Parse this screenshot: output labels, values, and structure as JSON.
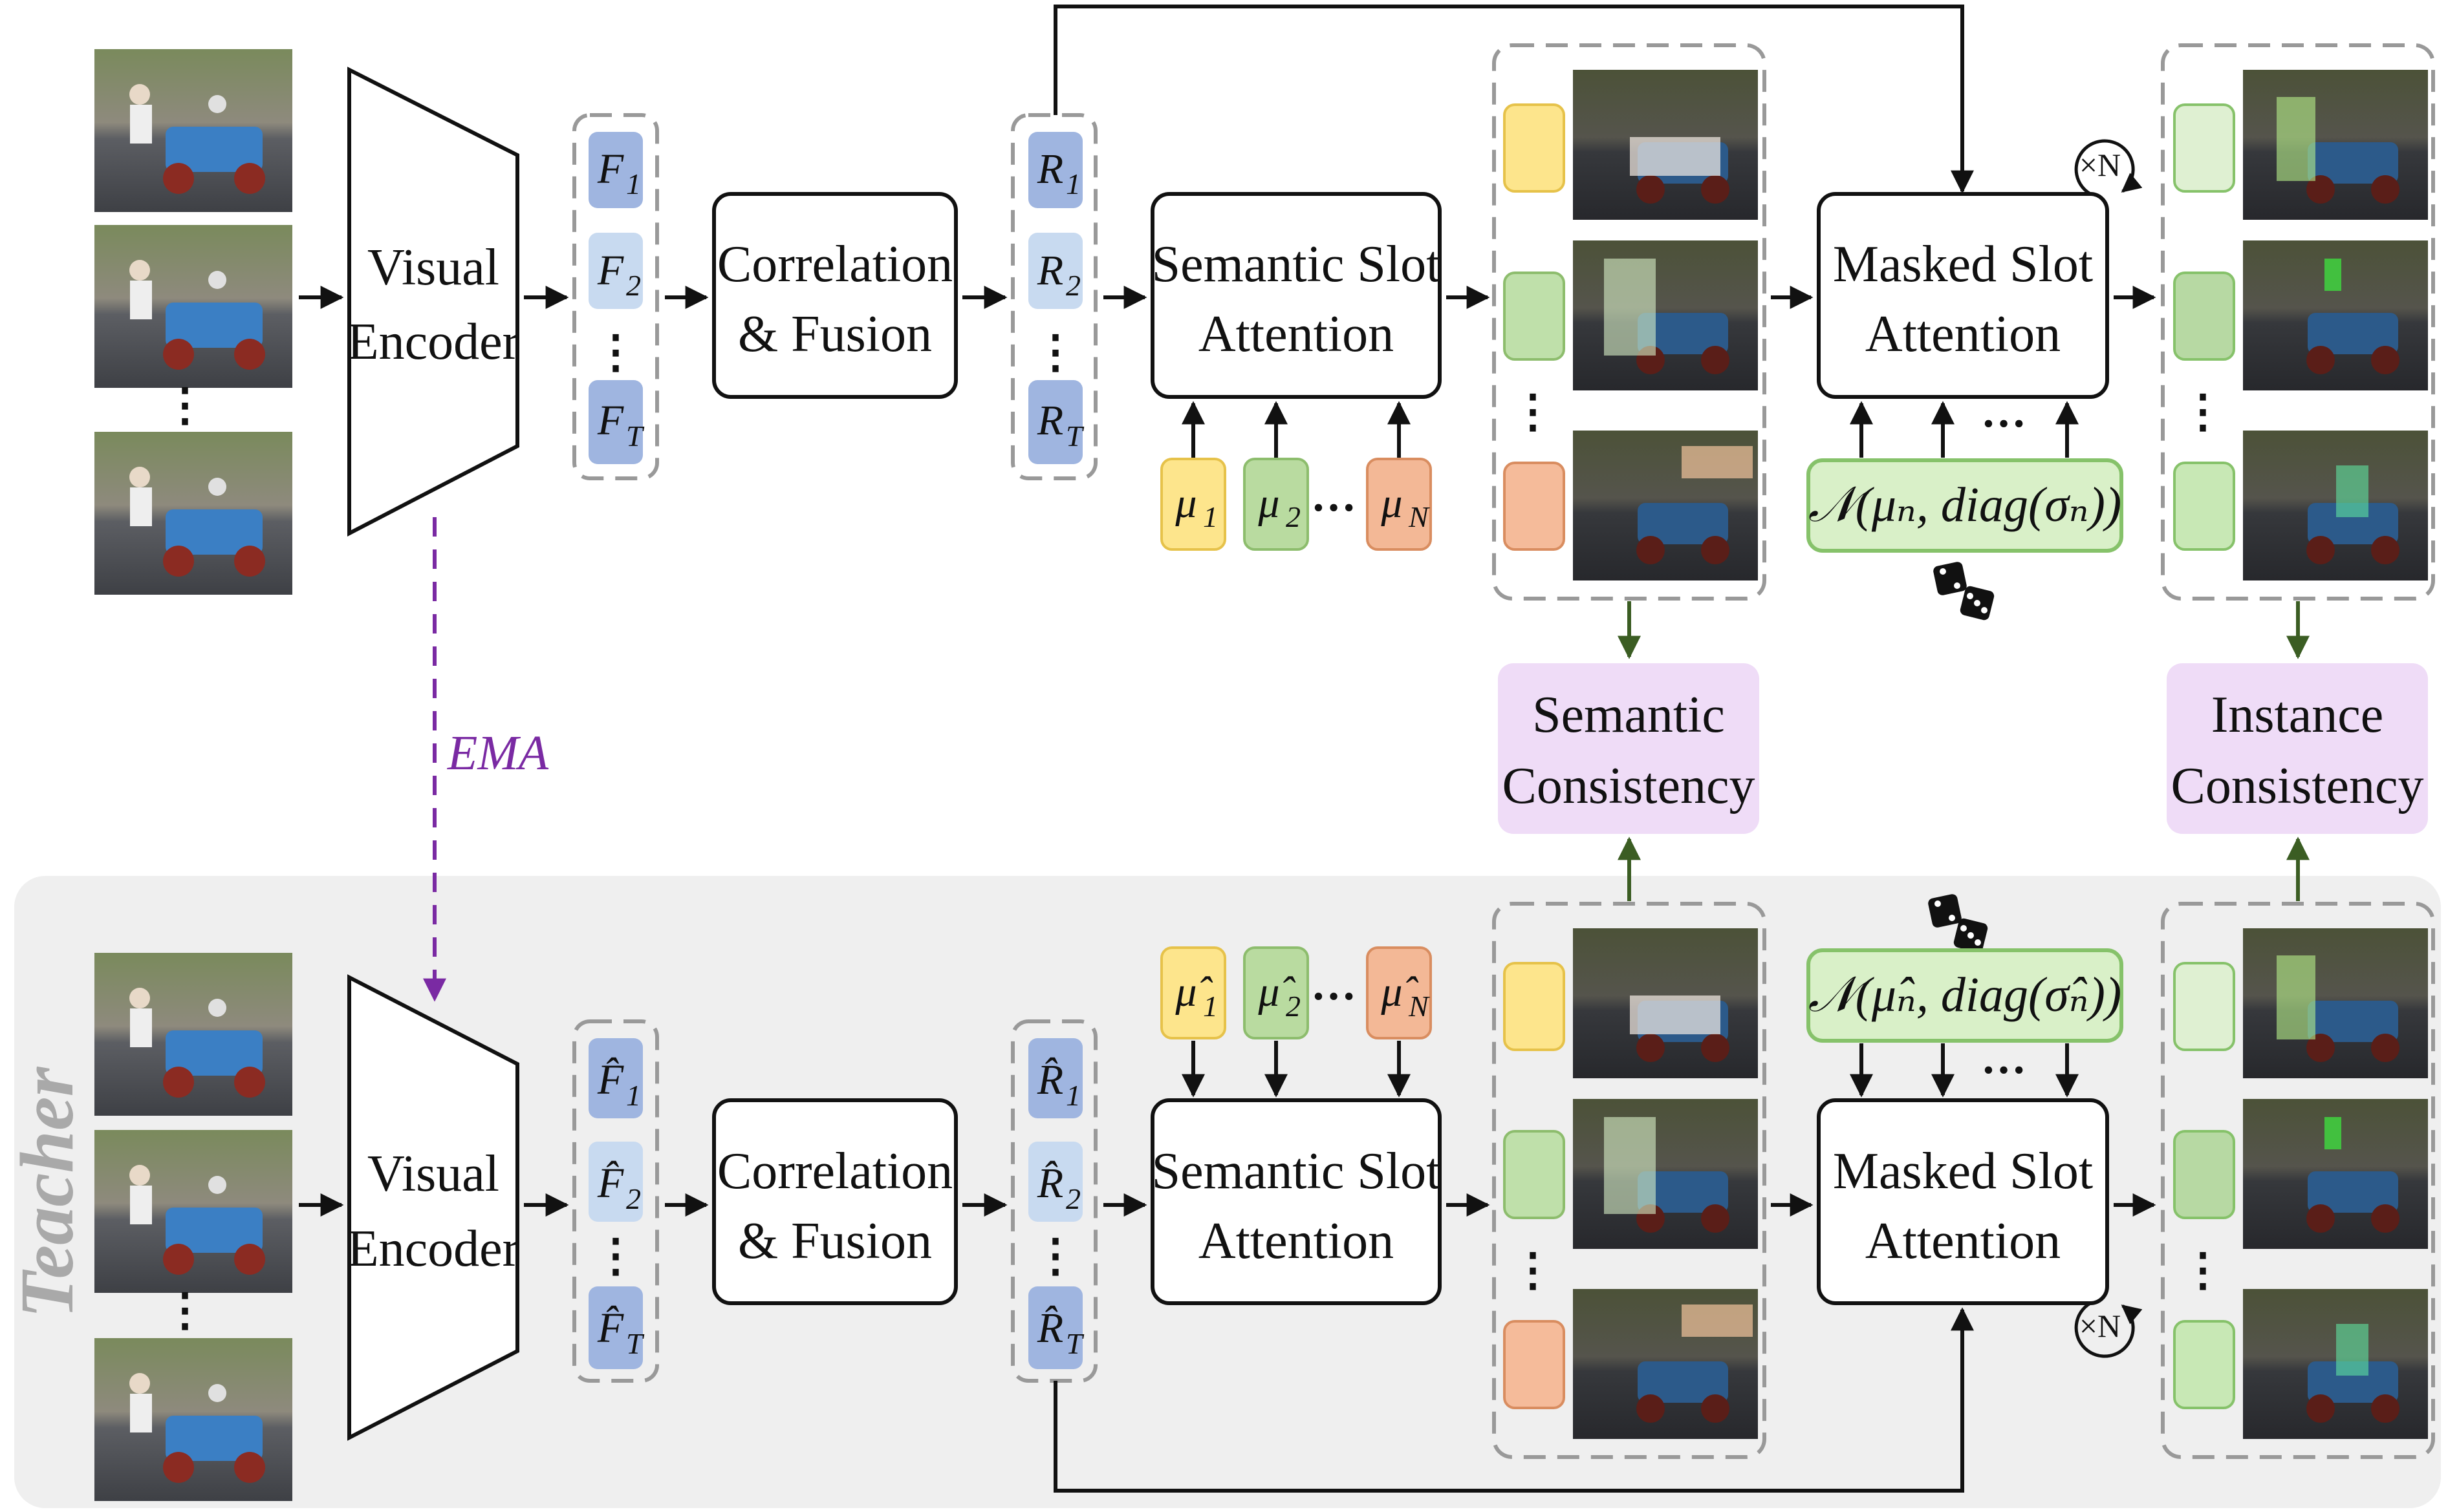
{
  "colors": {
    "feature_dark": "#9fb5e0",
    "feature_light": "#c8daf0",
    "feature_border": "#7f97c8",
    "mu1": "#fde58c",
    "mu2": "#b9dba0",
    "muN": "#f3b896",
    "slot_yellow": "#fde58c",
    "slot_green": "#bfe0aa",
    "slot_orange": "#f5bb9a",
    "slot_g1": "#dff0d2",
    "slot_g2": "#b7d9a3",
    "slot_g3": "#c8e8b5",
    "consistency_fill": "#efdcf7",
    "gauss_fill": "#d9f0c8",
    "gauss_border": "#86c26a",
    "teacher_bg": "#efefef",
    "ema": "#7a2aa3",
    "green_arrow": "#3b5d23"
  },
  "labels": {
    "visual_encoder_top": [
      "Visual",
      "Encoder"
    ],
    "visual_encoder_bottom": [
      "Visual",
      "Encoder"
    ],
    "corr_fusion_top": [
      "Correlation",
      "& Fusion"
    ],
    "corr_fusion_bottom": [
      "Correlation",
      "& Fusion"
    ],
    "ssa_top": [
      "Semantic Slot",
      "Attention"
    ],
    "ssa_bottom": [
      "Semantic Slot",
      "Attention"
    ],
    "msa_top": [
      "Masked Slot",
      "Attention"
    ],
    "msa_bottom": [
      "Masked Slot",
      "Attention"
    ],
    "semantic_consistency": [
      "Semantic",
      "Consistency"
    ],
    "instance_consistency": [
      "Instance",
      "Consistency"
    ],
    "ema": "EMA",
    "teacher": "Teacher",
    "repeat": "×N"
  },
  "student": {
    "features": [
      "F",
      "F",
      "F"
    ],
    "feature_subs": [
      "1",
      "2",
      "T"
    ],
    "corr": [
      "R",
      "R",
      "R"
    ],
    "corr_subs": [
      "1",
      "2",
      "T"
    ],
    "mus": [
      "μ",
      "μ",
      "μ"
    ],
    "mu_subs": [
      "1",
      "2",
      "N"
    ],
    "gauss": "𝒩(μₙ, diag(σₙ))"
  },
  "teacher_stream": {
    "features": [
      "F̂",
      "F̂",
      "F̂"
    ],
    "feature_subs": [
      "1",
      "2",
      "T"
    ],
    "corr": [
      "R̂",
      "R̂",
      "R̂"
    ],
    "corr_subs": [
      "1",
      "2",
      "T"
    ],
    "mus": [
      "μ̂",
      "μ̂",
      "μ̂"
    ],
    "mu_subs": [
      "1",
      "2",
      "N"
    ],
    "gauss": "𝒩(μ̂ₙ, diag(σ̂ₙ))"
  }
}
